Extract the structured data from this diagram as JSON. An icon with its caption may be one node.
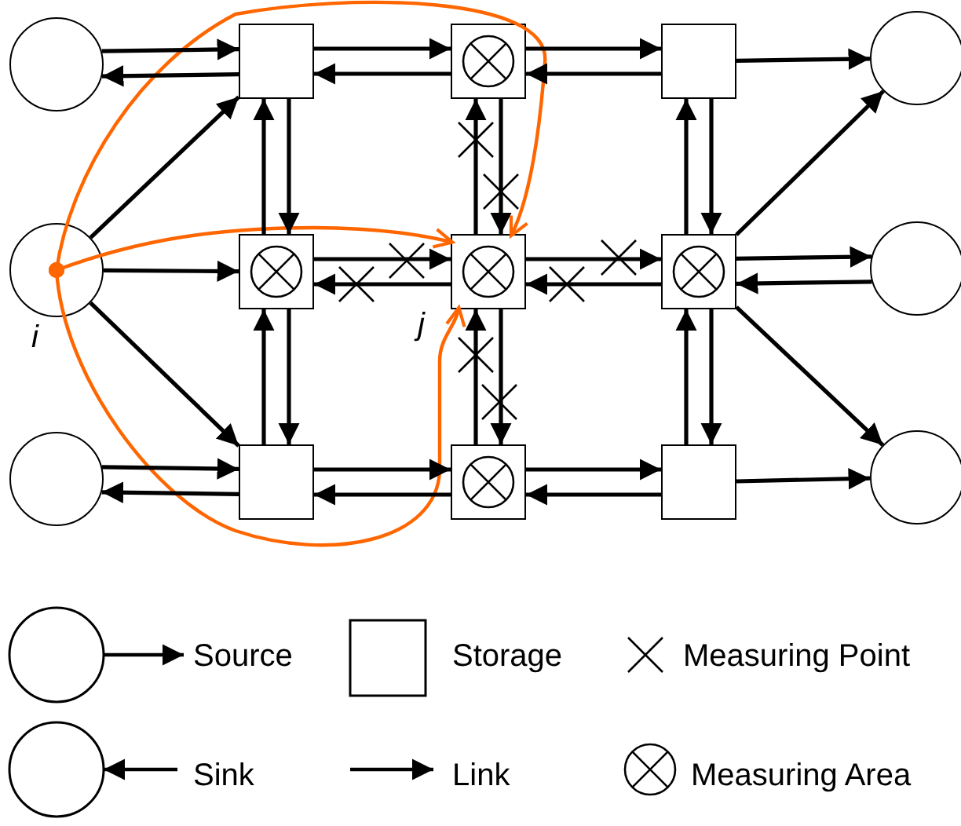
{
  "diagram": {
    "nodes": [
      {
        "text": [],
        "shape": "circle"
      },
      {
        "text": [],
        "shape": "box"
      },
      {
        "text": [],
        "shape": "box"
      },
      {
        "text": [],
        "shape": "box"
      },
      {
        "text": [],
        "shape": "circle"
      },
      {
        "text": [],
        "shape": "circle",
        "beside": [
          "i"
        ]
      },
      {
        "text": [],
        "shape": "box"
      },
      {
        "text": [],
        "shape": "box",
        "beside": [
          "j"
        ]
      },
      {
        "text": [],
        "shape": "box"
      },
      {
        "text": [],
        "shape": "circle"
      },
      {
        "text": [],
        "shape": "circle"
      },
      {
        "text": [],
        "shape": "box"
      },
      {
        "text": [],
        "shape": "box"
      },
      {
        "text": [],
        "shape": "box"
      },
      {
        "text": [],
        "shape": "circle"
      }
    ],
    "edges": [
      {
        "from": 0,
        "to": 1,
        "arrow": "to"
      },
      {
        "from": 1,
        "to": 0,
        "arrow": "to"
      },
      {
        "from": 1,
        "to": 2,
        "arrow": "to"
      },
      {
        "from": 2,
        "to": 1,
        "arrow": "to"
      },
      {
        "from": 2,
        "to": 3,
        "arrow": "to"
      },
      {
        "from": 3,
        "to": 2,
        "arrow": "to"
      },
      {
        "from": 3,
        "to": 4,
        "arrow": "to"
      },
      {
        "from": 5,
        "to": 1,
        "arrow": "to"
      },
      {
        "from": 5,
        "to": 6,
        "arrow": "to"
      },
      {
        "from": 5,
        "to": 11,
        "arrow": "to"
      },
      {
        "from": 6,
        "to": 7,
        "arrow": "to"
      },
      {
        "from": 7,
        "to": 6,
        "arrow": "to"
      },
      {
        "from": 7,
        "to": 8,
        "arrow": "to"
      },
      {
        "from": 8,
        "to": 7,
        "arrow": "to"
      },
      {
        "from": 8,
        "to": 9,
        "arrow": "to"
      },
      {
        "from": 9,
        "to": 8,
        "arrow": "to"
      },
      {
        "from": 8,
        "to": 4,
        "arrow": "to"
      },
      {
        "from": 8,
        "to": 14,
        "arrow": "to"
      },
      {
        "from": 10,
        "to": 11,
        "arrow": "to"
      },
      {
        "from": 11,
        "to": 10,
        "arrow": "to"
      },
      {
        "from": 11,
        "to": 12,
        "arrow": "to"
      },
      {
        "from": 12,
        "to": 11,
        "arrow": "to"
      },
      {
        "from": 12,
        "to": 13,
        "arrow": "to"
      },
      {
        "from": 13,
        "to": 12,
        "arrow": "to"
      },
      {
        "from": 13,
        "to": 14,
        "arrow": "to"
      },
      {
        "from": 6,
        "to": 1,
        "arrow": "to"
      },
      {
        "from": 1,
        "to": 6,
        "arrow": "to"
      },
      {
        "from": 11,
        "to": 6,
        "arrow": "to"
      },
      {
        "from": 6,
        "to": 11,
        "arrow": "to"
      },
      {
        "from": 7,
        "to": 2,
        "arrow": "to"
      },
      {
        "from": 2,
        "to": 7,
        "arrow": "to"
      },
      {
        "from": 12,
        "to": 7,
        "arrow": "to"
      },
      {
        "from": 7,
        "to": 12,
        "arrow": "to"
      },
      {
        "from": 8,
        "to": 3,
        "arrow": "to"
      },
      {
        "from": 3,
        "to": 8,
        "arrow": "to"
      },
      {
        "from": 13,
        "to": 8,
        "arrow": "to"
      },
      {
        "from": 8,
        "to": 13,
        "arrow": "to"
      },
      {
        "from": 5,
        "to": 7,
        "arrow": "to",
        "color": "#ff6600"
      },
      {
        "from": 5,
        "to": 7,
        "arrow": "to",
        "color": "#ff6600"
      },
      {
        "from": 5,
        "to": 7,
        "arrow": "to",
        "color": "#ff6600"
      }
    ],
    "legend": [
      {
        "text": "Source"
      },
      {
        "text": "Storage"
      },
      {
        "text": "Measuring Point"
      },
      {
        "text": "Sink"
      },
      {
        "text": "Link"
      },
      {
        "text": "Measuring Area"
      }
    ]
  }
}
